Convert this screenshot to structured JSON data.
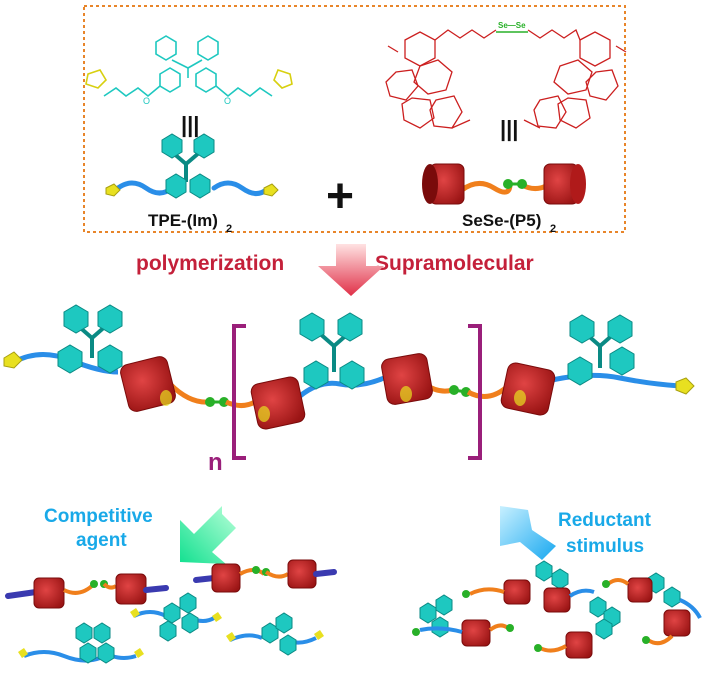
{
  "left_monomer": {
    "label": "TPE-(Im)",
    "subscript": "2",
    "equiv": "|||"
  },
  "right_monomer": {
    "label": "SeSe-(P5)",
    "subscript": "2",
    "equiv": "|||",
    "chem_label": "Se—Se"
  },
  "plus_sign": "+",
  "process": {
    "left": "Supramolecular",
    "right": "polymerization"
  },
  "polymer": {
    "repeat": "n"
  },
  "branches": {
    "left": {
      "line1": "Competitive",
      "line2": "agent"
    },
    "right": {
      "line1": "Reductant",
      "line2": "stimulus"
    }
  },
  "colors": {
    "teal": "#1ec8c0",
    "teal_dark": "#0a8a84",
    "red": "#cc1f1f",
    "red_dark": "#7a0b0b",
    "blue_chain": "#2a8ee8",
    "orange_chain": "#f07f1c",
    "green": "#28b028",
    "purple_bracket": "#9a1f7a",
    "arrow_label_red": "#c4203a",
    "cyan_label": "#19a9e8",
    "dashed_box": "#e8852a",
    "imidazole": "#e8e020"
  }
}
